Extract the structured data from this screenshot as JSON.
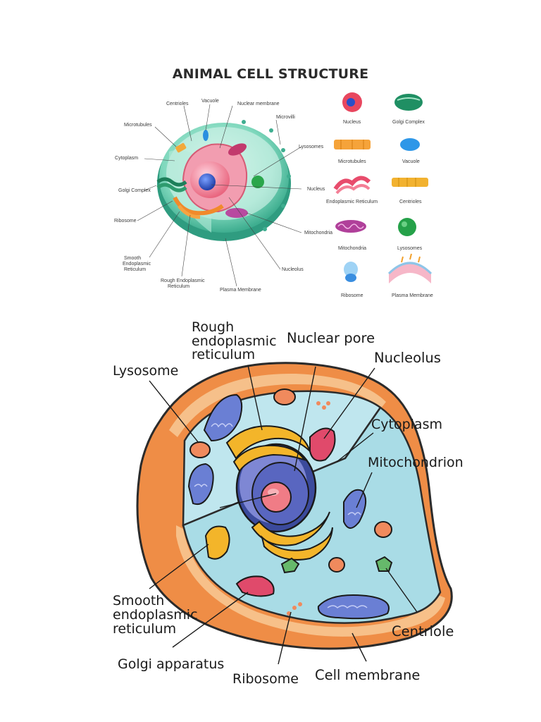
{
  "top_title": "ANIMAL CELL STRUCTURE",
  "top_labels": {
    "centrioles": "Centrioles",
    "vacuole": "Vacuole",
    "nuclear_membrane": "Nuclear membrane",
    "microvilli": "Microvilli",
    "microtubules": "Microtubules",
    "cytoplasm": "Cytoplasm",
    "lysosomes": "Lysosomes",
    "golgi_complex": "Golgi Complex",
    "nucleus": "Nucleus",
    "ribosome": "Ribosome",
    "mitochondria": "Mitochondria",
    "smooth_er_1": "Smooth",
    "smooth_er_2": "Endoplasmic",
    "smooth_er_3": "Reticulum",
    "nucleolus": "Nucleolus",
    "rough_er_1": "Rough Endoplasmic",
    "rough_er_2": "Reticulum",
    "plasma_membrane": "Plasma Membrane"
  },
  "legend": [
    {
      "key": "nucleus",
      "label": "Nucleus"
    },
    {
      "key": "golgi",
      "label": "Golgi Complex"
    },
    {
      "key": "microtubules",
      "label": "Microtubules"
    },
    {
      "key": "vacuole",
      "label": "Vacuole"
    },
    {
      "key": "er",
      "label": "Endoplasmic Reticulum"
    },
    {
      "key": "centrioles",
      "label": "Centrioles"
    },
    {
      "key": "mitochondria",
      "label": "Mitochondria"
    },
    {
      "key": "lysosomes",
      "label": "Lysosomes"
    },
    {
      "key": "ribosome",
      "label": "Ribosome"
    },
    {
      "key": "plasma_membrane",
      "label": "Plasma Membrane"
    }
  ],
  "bottom_labels": {
    "rough_er_1": "Rough",
    "rough_er_2": "endoplasmic",
    "rough_er_3": "reticulum",
    "nuclear_pore": "Nuclear pore",
    "nucleolus": "Nucleolus",
    "lysosome": "Lysosome",
    "cytoplasm": "Cytoplasm",
    "mitochondrion": "Mitochondrion",
    "smooth_er_1": "Smooth",
    "smooth_er_2": "endoplasmic",
    "smooth_er_3": "reticulum",
    "centriole": "Centriole",
    "golgi_apparatus": "Golgi apparatus",
    "ribosome": "Ribosome",
    "cell_membrane": "Cell membrane"
  }
}
